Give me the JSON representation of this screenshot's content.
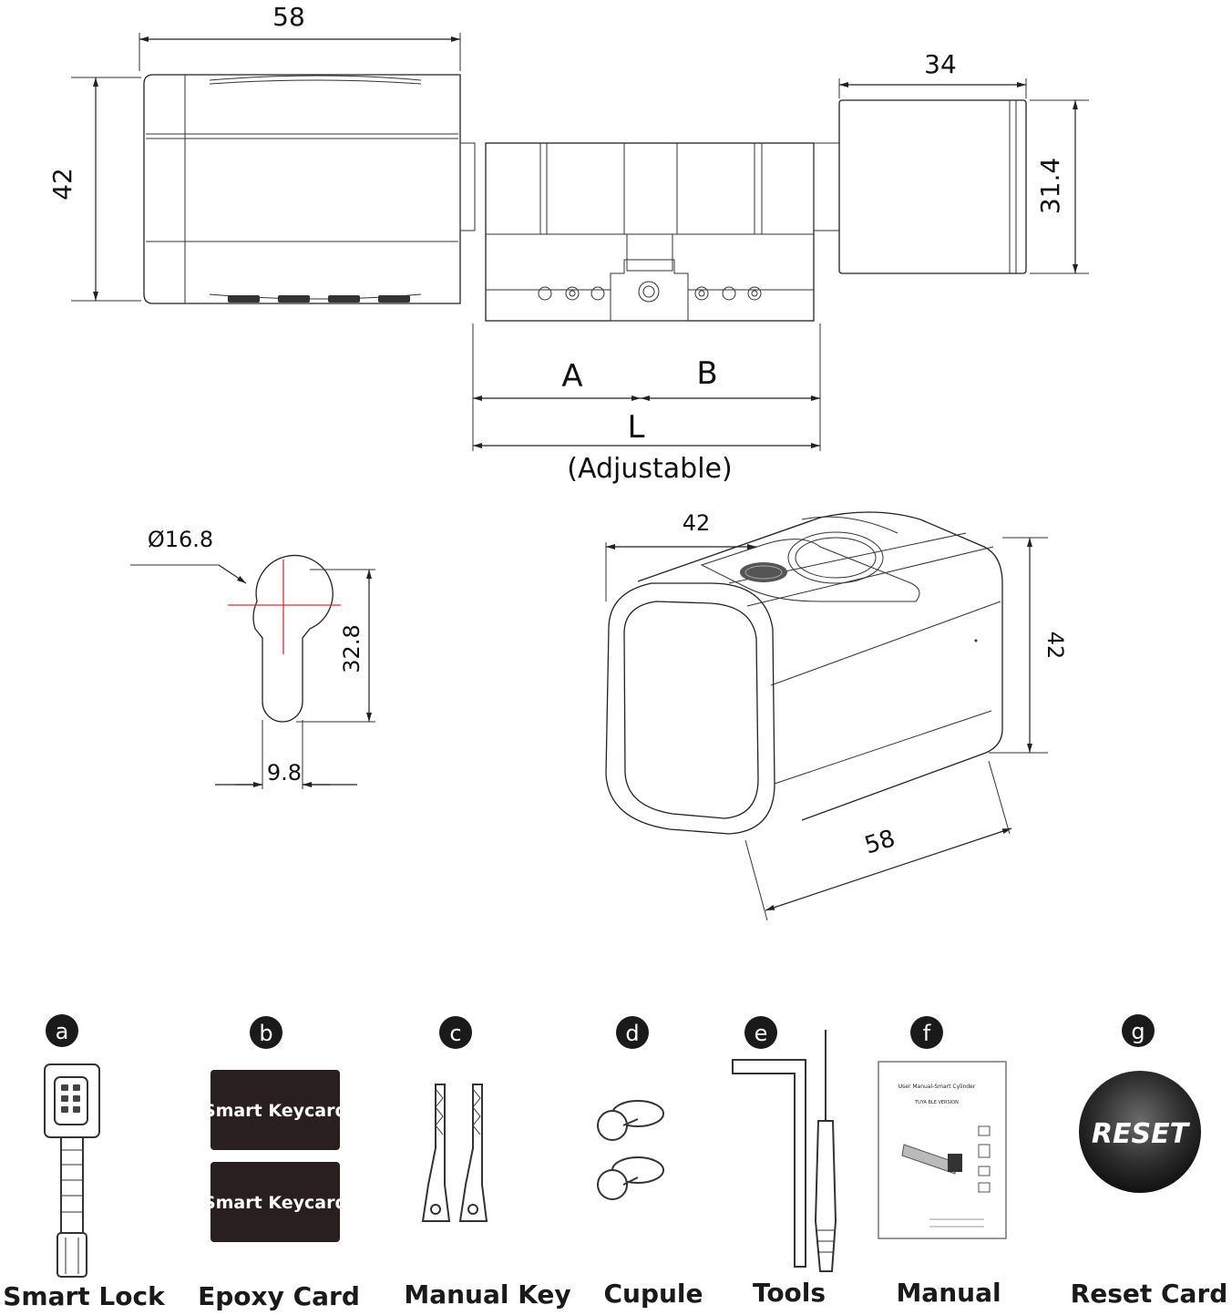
{
  "dimensions": {
    "body_width": "58",
    "body_height": "42",
    "knob_width": "34",
    "knob_height": "31.4",
    "section_a": "A",
    "section_b": "B",
    "length": "L",
    "length_note": "(Adjustable)",
    "diameter": "Ø16.8",
    "profile_height": "32.8",
    "profile_width": "9.8",
    "iso_width": "42",
    "iso_height": "42",
    "iso_depth": "58"
  },
  "package": {
    "items": [
      {
        "badge": "a",
        "label": "Smart Lock",
        "icon": "smart-lock-icon"
      },
      {
        "badge": "b",
        "label": "Epoxy Card",
        "icon": "keycard-icon"
      },
      {
        "badge": "c",
        "label": "Manual Key",
        "icon": "key-icon"
      },
      {
        "badge": "d",
        "label": "Cupule",
        "icon": "suction-cup-icon"
      },
      {
        "badge": "e",
        "label": "Tools",
        "icon": "tools-icon"
      },
      {
        "badge": "f",
        "label": "Manual",
        "icon": "manual-icon"
      },
      {
        "badge": "g",
        "label": "Reset Card",
        "icon": "reset-card-icon"
      }
    ],
    "keycard_text": "Smart Keycard",
    "reset_text": "RESET",
    "manual_title": "User Manual-Smart Cylinder",
    "manual_subtitle": "TUYA BLE VERSION"
  },
  "colors": {
    "badge": "#1a1a1a",
    "card": "#2a1f1f",
    "crosshair": "#e03030"
  }
}
